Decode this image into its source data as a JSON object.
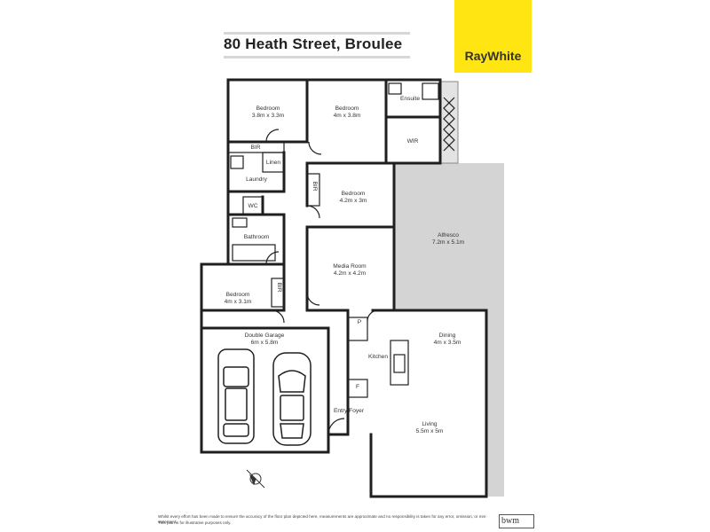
{
  "header": {
    "address": "80 Heath Street, Broulee",
    "brand": "RayWhite"
  },
  "rooms": [
    {
      "id": "bedroom-nw",
      "name": "Bedroom",
      "size": "3.8m x 3.3m"
    },
    {
      "id": "bedroom-master",
      "name": "Bedroom",
      "size": "4m x 3.8m"
    },
    {
      "id": "ensuite",
      "name": "Ensuite",
      "size": ""
    },
    {
      "id": "wir",
      "name": "WIR",
      "size": ""
    },
    {
      "id": "bir-1",
      "name": "BIR",
      "size": ""
    },
    {
      "id": "linen",
      "name": "Linen",
      "size": ""
    },
    {
      "id": "laundry",
      "name": "Laundry",
      "size": ""
    },
    {
      "id": "bir-2",
      "name": "BIR",
      "size": ""
    },
    {
      "id": "bedroom-mid",
      "name": "Bedroom",
      "size": "4.2m x 3m"
    },
    {
      "id": "wc",
      "name": "WC",
      "size": ""
    },
    {
      "id": "bathroom",
      "name": "Bathroom",
      "size": ""
    },
    {
      "id": "alfresco",
      "name": "Alfresco",
      "size": "7.2m x 5.1m"
    },
    {
      "id": "media-room",
      "name": "Media Room",
      "size": "4.2m x 4.2m"
    },
    {
      "id": "bedroom-sw",
      "name": "Bedroom",
      "size": "4m x 3.1m"
    },
    {
      "id": "bir-3",
      "name": "BIR",
      "size": ""
    },
    {
      "id": "pantry",
      "name": "P",
      "size": ""
    },
    {
      "id": "dining",
      "name": "Dining",
      "size": "4m x 3.5m"
    },
    {
      "id": "double-garage",
      "name": "Double Garage",
      "size": "6m x 5.8m"
    },
    {
      "id": "kitchen",
      "name": "Kitchen",
      "size": ""
    },
    {
      "id": "fridge",
      "name": "F",
      "size": ""
    },
    {
      "id": "entry-foyer",
      "name": "Entry Foyer",
      "size": ""
    },
    {
      "id": "living",
      "name": "Living",
      "size": "5.5m x 5m"
    }
  ],
  "footer": {
    "disclaimer_line1": "Whilst every effort has been made to ensure the accuracy of the floor plan depicted here, measurements are approximate and no responsibility is taken for any error, omission, or mis-statement.",
    "disclaimer_line2": "This plan is for illustrative purposes only.",
    "logo": "bwm"
  }
}
